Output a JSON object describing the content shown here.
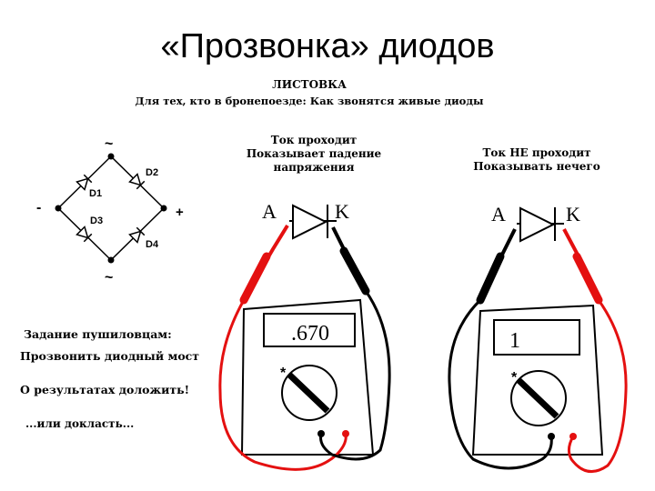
{
  "slide": {
    "title": "«Прозвонка» диодов"
  },
  "leaflet": {
    "heading": "ЛИСТОВКА",
    "subheading": "Для тех, кто в бронепоезде: Как звонятся живые диоды"
  },
  "bridge": {
    "tilde_top": "~",
    "tilde_bottom": "~",
    "minus": "-",
    "plus": "+",
    "d1": "D1",
    "d2": "D2",
    "d3": "D3",
    "d4": "D4"
  },
  "meter_left": {
    "caption_line1": "Ток проходит",
    "caption_line2": "Показывает падение",
    "caption_line3": "напряжения",
    "anode": "A",
    "cathode": "K",
    "display": ".670",
    "star": "*"
  },
  "meter_right": {
    "caption_line1": "Ток НЕ проходит",
    "caption_line2": "Показывать нечего",
    "anode": "A",
    "cathode": "K",
    "display": "1",
    "star": "*"
  },
  "task": {
    "line1": "Задание пушиловцам:",
    "line2": "Прозвонить диодный мост",
    "line3": "О результатах доложить!",
    "line4": "...или докласть..."
  },
  "colors": {
    "probe_red": "#e41010",
    "wire_black": "#000000"
  }
}
